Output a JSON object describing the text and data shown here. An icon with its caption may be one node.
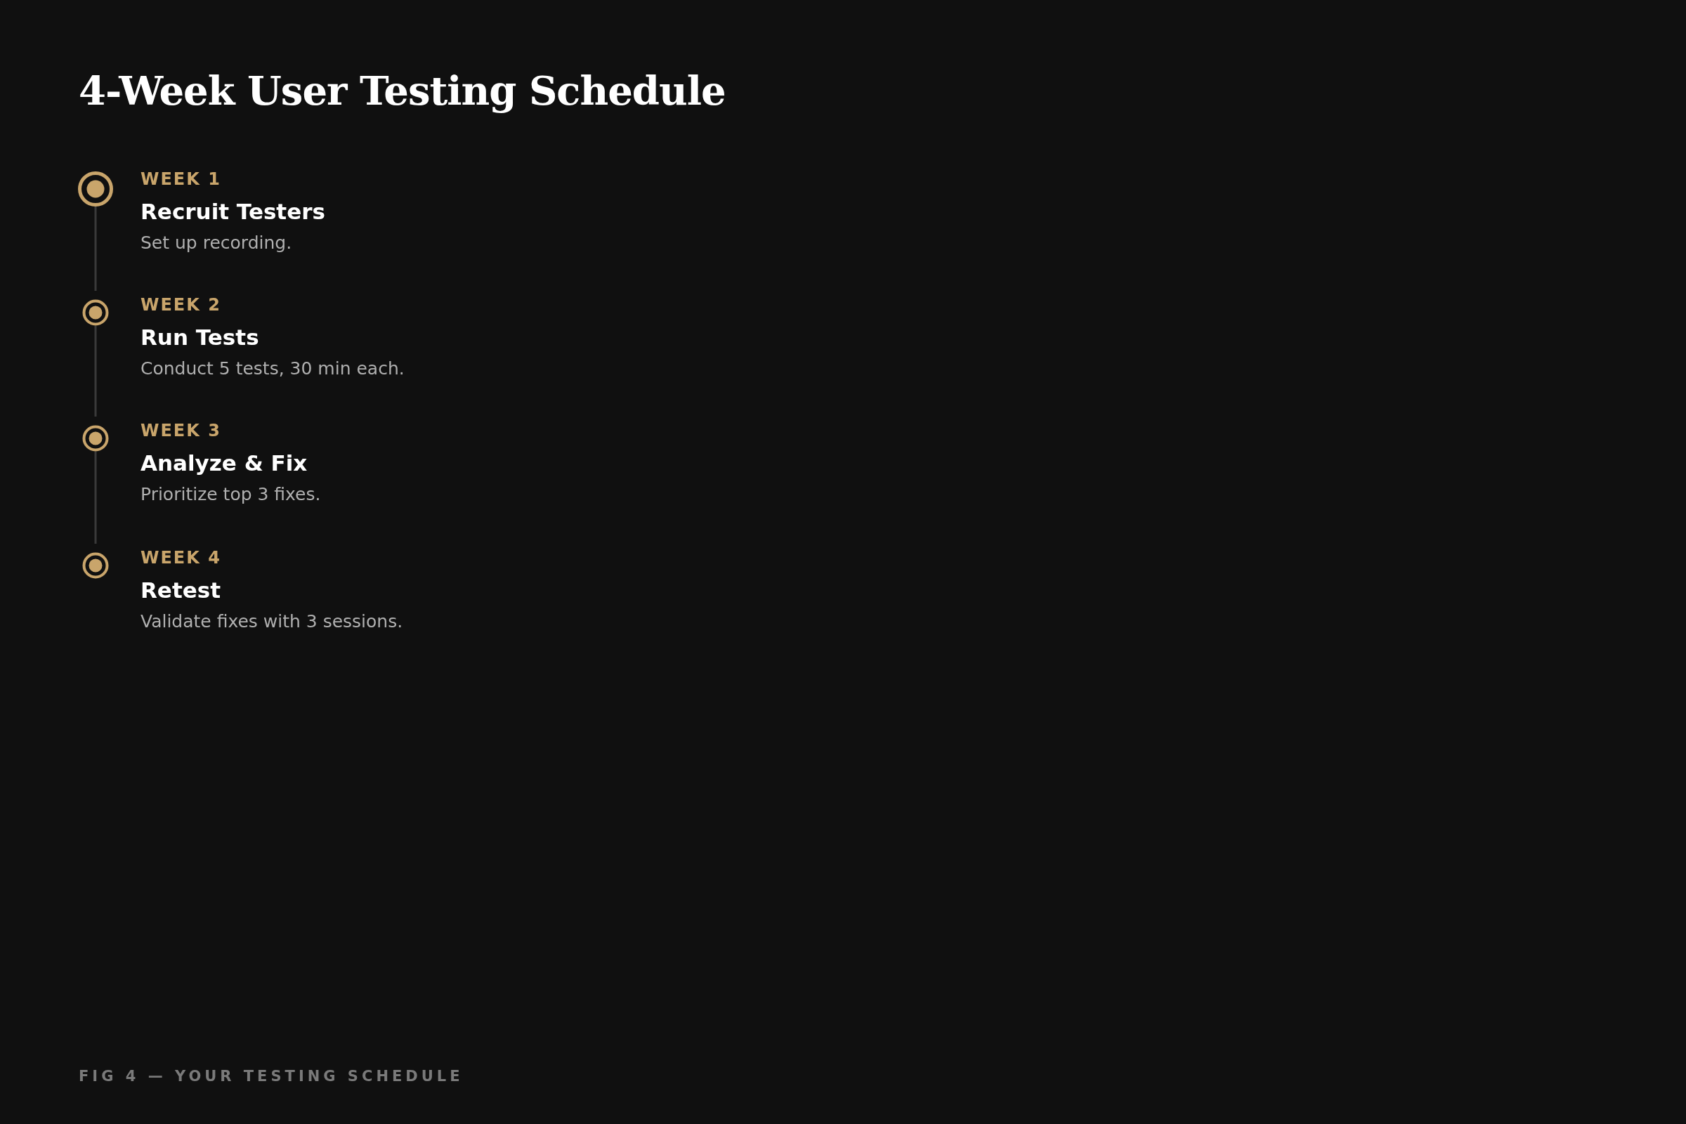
{
  "diagram": {
    "title": "4-Week User Testing Schedule",
    "caption": "FIG 4 — YOUR TESTING SCHEDULE",
    "nodes": [
      {
        "text": [],
        "shape": "circle",
        "beside": [
          "WEEK 1",
          "Recruit Testers",
          "Set up recording."
        ]
      },
      {
        "text": [],
        "shape": "circle",
        "beside": [
          "WEEK 2",
          "Run Tests",
          "Conduct 5 tests, 30 min each."
        ]
      },
      {
        "text": [],
        "shape": "circle",
        "beside": [
          "WEEK 3",
          "Analyze & Fix",
          "Prioritize top 3 fixes."
        ]
      },
      {
        "text": [],
        "shape": "circle",
        "beside": [
          "WEEK 4",
          "Retest",
          "Validate fixes with 3 sessions."
        ]
      }
    ],
    "edges": [
      {
        "from": 0,
        "to": 1,
        "arrow": "none"
      },
      {
        "from": 1,
        "to": 2,
        "arrow": "none"
      },
      {
        "from": 2,
        "to": 3,
        "arrow": "none"
      }
    ]
  }
}
